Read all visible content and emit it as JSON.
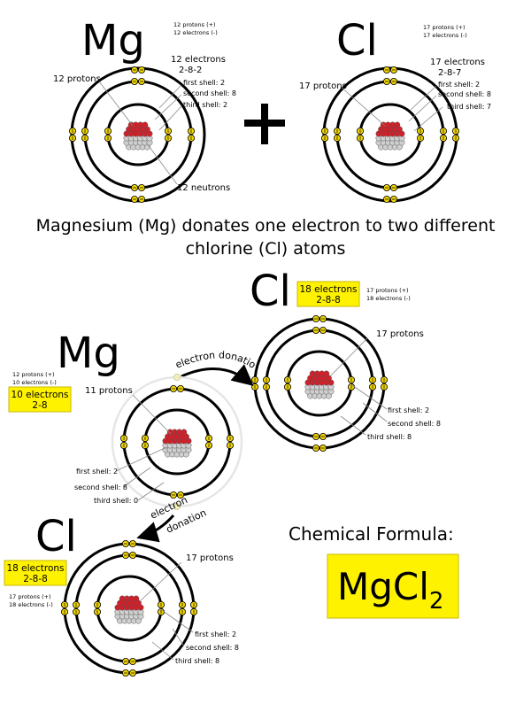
{
  "top_mg": {
    "symbol": "Mg",
    "count_protons": "12 protons (+)",
    "count_electrons": "12 electrons (-)",
    "protons": "12 protons",
    "electrons": "12 electrons",
    "config": "2-8-2",
    "shell1": "first shell: 2",
    "shell2": "second shell: 8",
    "shell3": "third shell: 2",
    "neutrons": "12 neutrons"
  },
  "plus": "+",
  "top_cl": {
    "symbol": "Cl",
    "count_protons": "17 protons (+)",
    "count_electrons": "17 electrons (-)",
    "protons": "17 protons",
    "electrons": "17 electrons",
    "config": "2-8-7",
    "shell1": "first shell: 2",
    "shell2": "second shell: 8",
    "shell3": "third shell: 7"
  },
  "caption": {
    "line1": "Magnesium (Mg) donates one electron to two different",
    "line2": "chlorine (Cl) atoms"
  },
  "right_cl": {
    "symbol": "Cl",
    "box_line1": "18 electrons",
    "box_line2": "2-8-8",
    "count_protons": "17 protons (+)",
    "count_electrons": "18 electrons (-)",
    "protons": "17 protons",
    "shell1": "first shell: 2",
    "shell2": "second shell: 8",
    "shell3": "third shell: 8"
  },
  "donation1": "electron donation",
  "mid_mg": {
    "symbol": "Mg",
    "count_protons": "12 protons (+)",
    "count_electrons": "10 electrons (-)",
    "box_line1": "10 electrons",
    "box_line2": "2-8",
    "protons": "11 protons",
    "shell1": "first shell: 2",
    "shell2": "second shell: 8",
    "shell3": "third shell: 0"
  },
  "donation2": {
    "line1": "electron",
    "line2": "donation"
  },
  "bottom_cl": {
    "symbol": "Cl",
    "box_line1": "18 electrons",
    "box_line2": "2-8-8",
    "count_protons": "17 protons (+)",
    "count_electrons": "18 electrons (-)",
    "protons": "17 protons",
    "shell1": "first shell: 2",
    "shell2": "second shell: 8",
    "shell3": "third shell: 8"
  },
  "formula": {
    "label": "Chemical Formula:",
    "main": "MgCl",
    "subscript": "2"
  },
  "colors": {
    "electron": "#f0d400",
    "proton": "#d0202a",
    "neutron": "#d0d0d0",
    "box": "#fff200"
  }
}
